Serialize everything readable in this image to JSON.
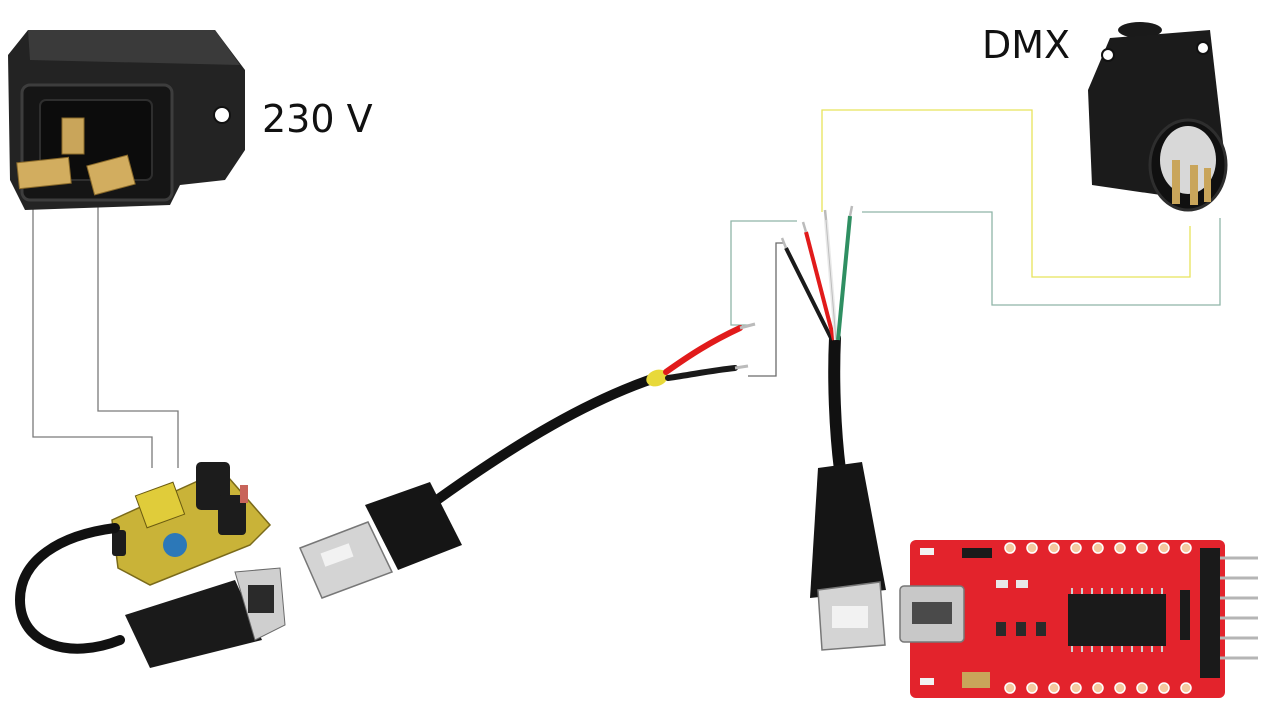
{
  "labels": {
    "mains": "230 V",
    "dmx": "DMX"
  },
  "colors": {
    "background": "#ffffff",
    "wire_mains": "#7a7a7a",
    "wire_yellow": "#e8e35a",
    "wire_teal": "#8fb5a8",
    "wire_black_link": "#6b6b6b",
    "cable": "#111111",
    "pcb_red": "#e3232c",
    "psu_board": "#c9b338",
    "core_red": "#e11b1b",
    "core_white": "#e9e9e9",
    "core_green": "#2f8f62",
    "core_black": "#1a1a1a"
  },
  "components": [
    {
      "name": "iec-power-inlet",
      "icon": "power-inlet-icon"
    },
    {
      "name": "usb-power-supply-module",
      "icon": "psu-board-icon"
    },
    {
      "name": "usb-cable-2-core",
      "icon": "usb-plug-icon"
    },
    {
      "name": "usb-cable-4-core",
      "icon": "usb-plug-icon"
    },
    {
      "name": "xlr-dmx-socket",
      "icon": "xlr-socket-icon"
    },
    {
      "name": "ftdi-usb-serial-adapter",
      "icon": "ftdi-board-icon"
    }
  ]
}
